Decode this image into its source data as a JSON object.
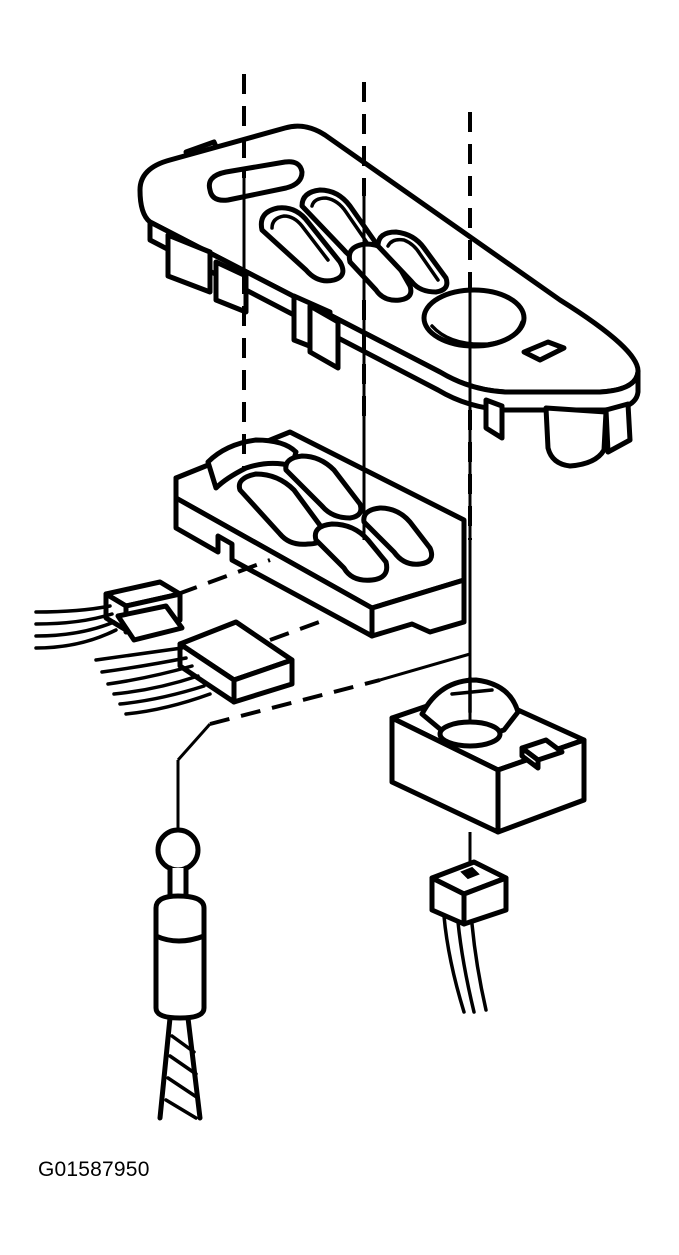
{
  "figure": {
    "id_label": "G01587950",
    "parts": [
      "switch-bezel",
      "switch-assembly",
      "wire-connector-upper",
      "wire-connector-lower",
      "mirror-switch",
      "mirror-switch-connector",
      "ground-terminal"
    ]
  }
}
